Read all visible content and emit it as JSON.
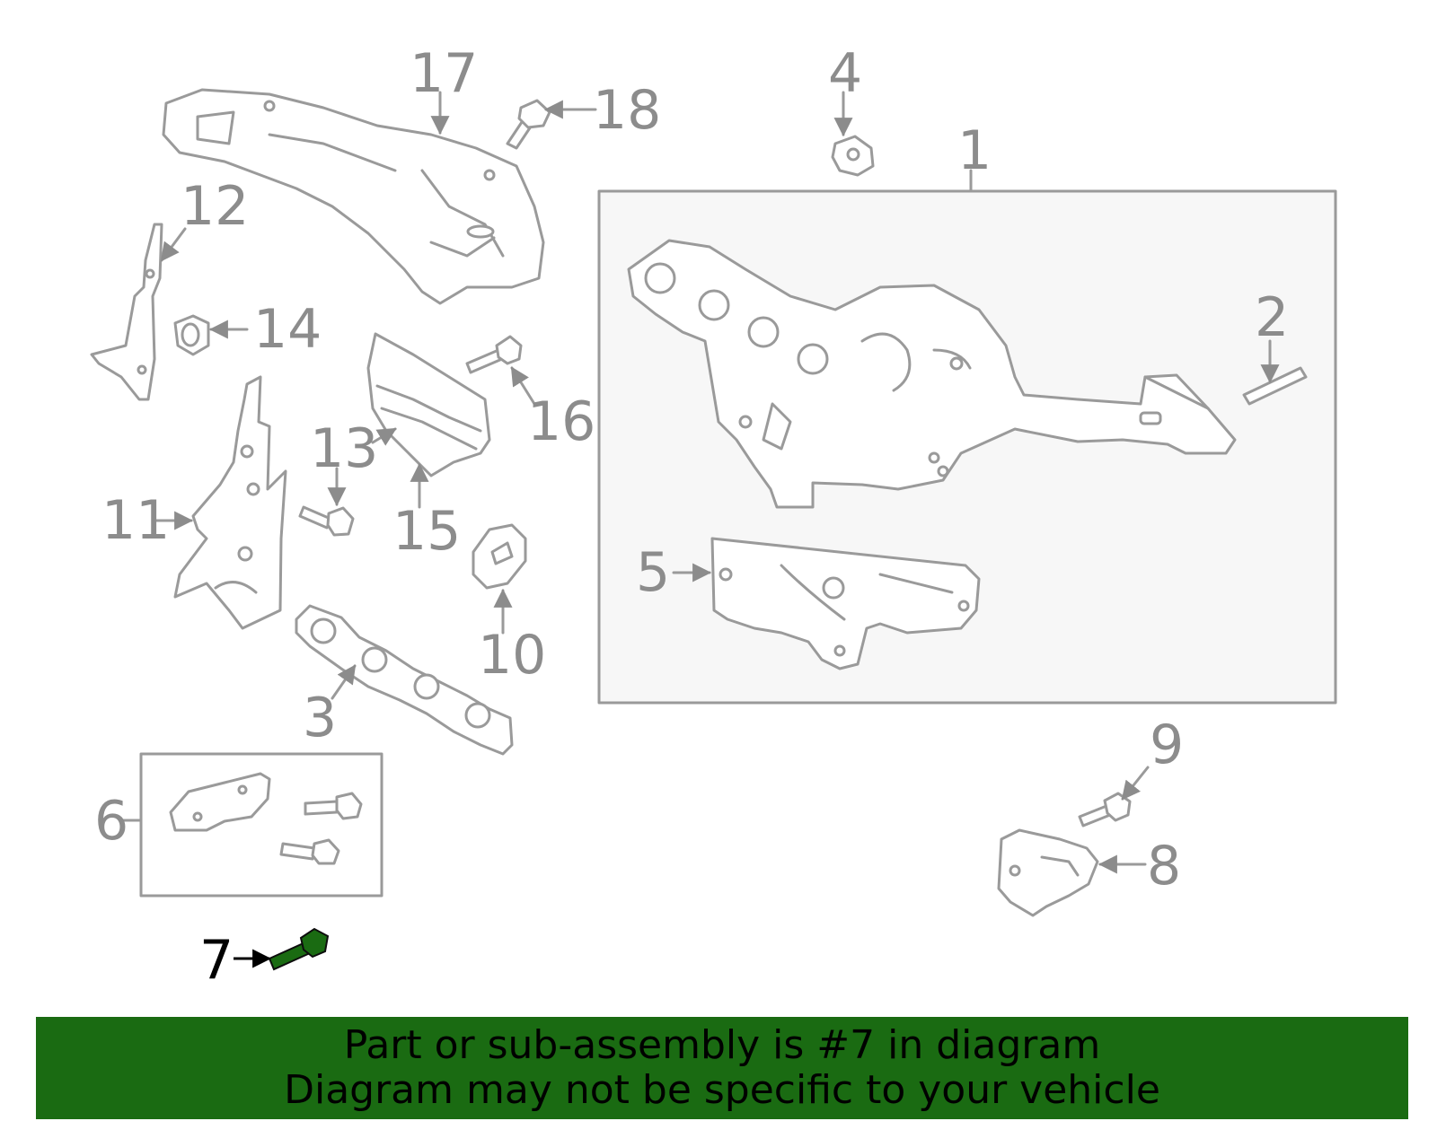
{
  "callouts": {
    "c1": "1",
    "c2": "2",
    "c3": "3",
    "c4": "4",
    "c5": "5",
    "c6": "6",
    "c7": "7",
    "c8": "8",
    "c9": "9",
    "c10": "10",
    "c11": "11",
    "c12": "12",
    "c13": "13",
    "c14": "14",
    "c15": "15",
    "c16": "16",
    "c17": "17",
    "c18": "18"
  },
  "highlighted_part": "7",
  "colors": {
    "line": "#9a9a9a",
    "highlight": "#1a6b12",
    "banner_bg": "#1a6b12",
    "box_fill": "#f7f7f7"
  },
  "banner": {
    "line1": "Part or sub-assembly is #7 in diagram",
    "line2": "Diagram may not be specific to your vehicle"
  }
}
